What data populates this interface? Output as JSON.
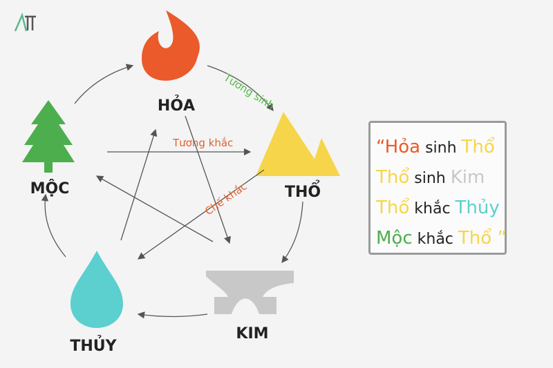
{
  "logo_text": "ATT",
  "elements": {
    "fire": "HỎA",
    "earth": "THỔ",
    "metal": "KIM",
    "water": "THỦY",
    "wood": "MỘC"
  },
  "relations": {
    "generating": "Tương sinh",
    "overcoming": "Tương khắc",
    "counter": "Chế khắc"
  },
  "colors": {
    "fire": "#ea5a2a",
    "earth": "#f6d54a",
    "metal": "#c8c8c8",
    "water": "#5ccfcf",
    "wood": "#4cae4c",
    "generating": "#55b947",
    "overcoming": "#e2622e"
  },
  "quote": [
    [
      {
        "t": "“Hỏa",
        "c": "fire"
      },
      {
        "t": "sinh",
        "c": "text"
      },
      {
        "t": "Thổ",
        "c": "earth"
      }
    ],
    [
      {
        "t": "Thổ",
        "c": "earth"
      },
      {
        "t": "sinh",
        "c": "text"
      },
      {
        "t": "Kim",
        "c": "metal"
      }
    ],
    [
      {
        "t": "Thổ",
        "c": "earth"
      },
      {
        "t": "khắc",
        "c": "text"
      },
      {
        "t": "Thủy",
        "c": "water"
      }
    ],
    [
      {
        "t": "Mộc",
        "c": "wood"
      },
      {
        "t": "khắc",
        "c": "text"
      },
      {
        "t": "Thổ ”",
        "c": "earth"
      }
    ]
  ]
}
